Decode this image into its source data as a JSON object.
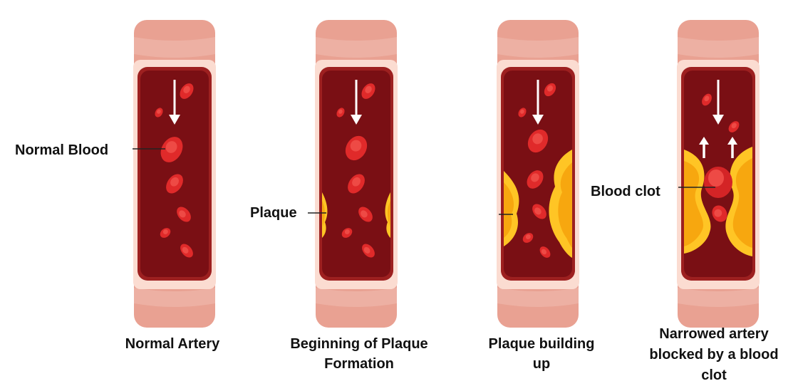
{
  "colors": {
    "tube_outer": "#e9a192",
    "tube_rim": "#f1bdb1",
    "tube_wall": "#fbdcd1",
    "lumen_border": "#9d2020",
    "lumen": "#7a0f14",
    "cell": "#e02a2a",
    "cell_highlight": "#ee4a45",
    "plaque_outer": "#ffc525",
    "plaque_inner": "#f7a70f",
    "arrow": "#ffffff",
    "leader_line": "#222222",
    "text": "#111111"
  },
  "arteries": [
    {
      "caption": [
        "Normal Artery"
      ],
      "callout": "Normal Blood",
      "stage": "normal"
    },
    {
      "caption": [
        "Beginning of Plaque",
        "Formation"
      ],
      "callout": "Plaque",
      "stage": "beginning"
    },
    {
      "caption": [
        "Plaque building",
        "up"
      ],
      "callout": "",
      "stage": "building"
    },
    {
      "caption": [
        "Narrowed artery",
        "blocked by a blood",
        "clot"
      ],
      "callout": "Blood clot",
      "stage": "blocked"
    }
  ]
}
